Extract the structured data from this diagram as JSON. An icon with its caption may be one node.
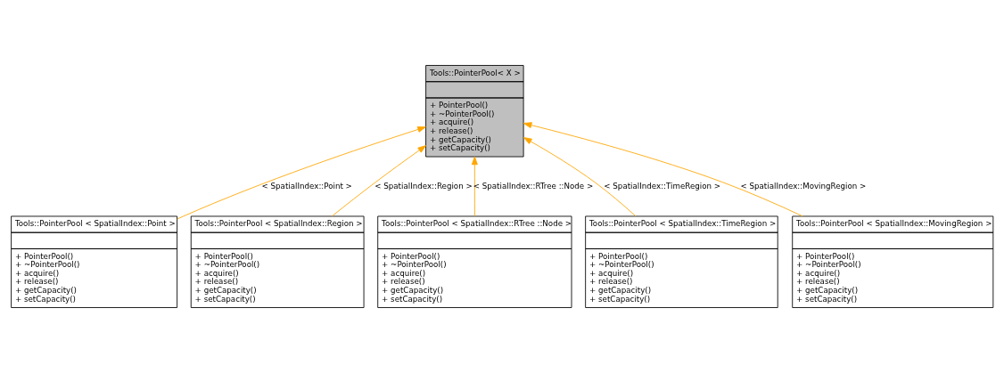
{
  "diagram": {
    "nodes": [
      {
        "text": [
          "Tools::PointerPool< X >",
          "+ PointerPool()",
          "+ ~PointerPool()",
          "+ acquire()",
          "+ release()",
          "+ getCapacity()",
          "+ setCapacity()"
        ]
      },
      {
        "text": [
          "Tools::PointerPool < SpatialIndex::Point >",
          "+ PointerPool()",
          "+ ~PointerPool()",
          "+ acquire()",
          "+ release()",
          "+ getCapacity()",
          "+ setCapacity()"
        ]
      },
      {
        "text": [
          "Tools::PointerPool < SpatialIndex::Region >",
          "+ PointerPool()",
          "+ ~PointerPool()",
          "+ acquire()",
          "+ release()",
          "+ getCapacity()",
          "+ setCapacity()"
        ]
      },
      {
        "text": [
          "Tools::PointerPool < SpatialIndex::RTree ::Node >",
          "+ PointerPool()",
          "+ ~PointerPool()",
          "+ acquire()",
          "+ release()",
          "+ getCapacity()",
          "+ setCapacity()"
        ]
      },
      {
        "text": [
          "Tools::PointerPool < SpatialIndex::TimeRegion >",
          "+ PointerPool()",
          "+ ~PointerPool()",
          "+ acquire()",
          "+ release()",
          "+ getCapacity()",
          "+ setCapacity()"
        ]
      },
      {
        "text": [
          "Tools::PointerPool < SpatialIndex::MovingRegion >",
          "+ PointerPool()",
          "+ ~PointerPool()",
          "+ acquire()",
          "+ release()",
          "+ getCapacity()",
          "+ setCapacity()"
        ]
      }
    ],
    "edges": [
      {
        "from": 1,
        "to": 0,
        "arrow": "to",
        "label": "< SpatialIndex::Point >"
      },
      {
        "from": 2,
        "to": 0,
        "arrow": "to",
        "label": "< SpatialIndex::Region >"
      },
      {
        "from": 3,
        "to": 0,
        "arrow": "to",
        "label": "< SpatialIndex::RTree ::Node >"
      },
      {
        "from": 4,
        "to": 0,
        "arrow": "to",
        "label": "< SpatialIndex::TimeRegion >"
      },
      {
        "from": 5,
        "to": 0,
        "arrow": "to",
        "label": "< SpatialIndex::MovingRegion >"
      }
    ]
  }
}
